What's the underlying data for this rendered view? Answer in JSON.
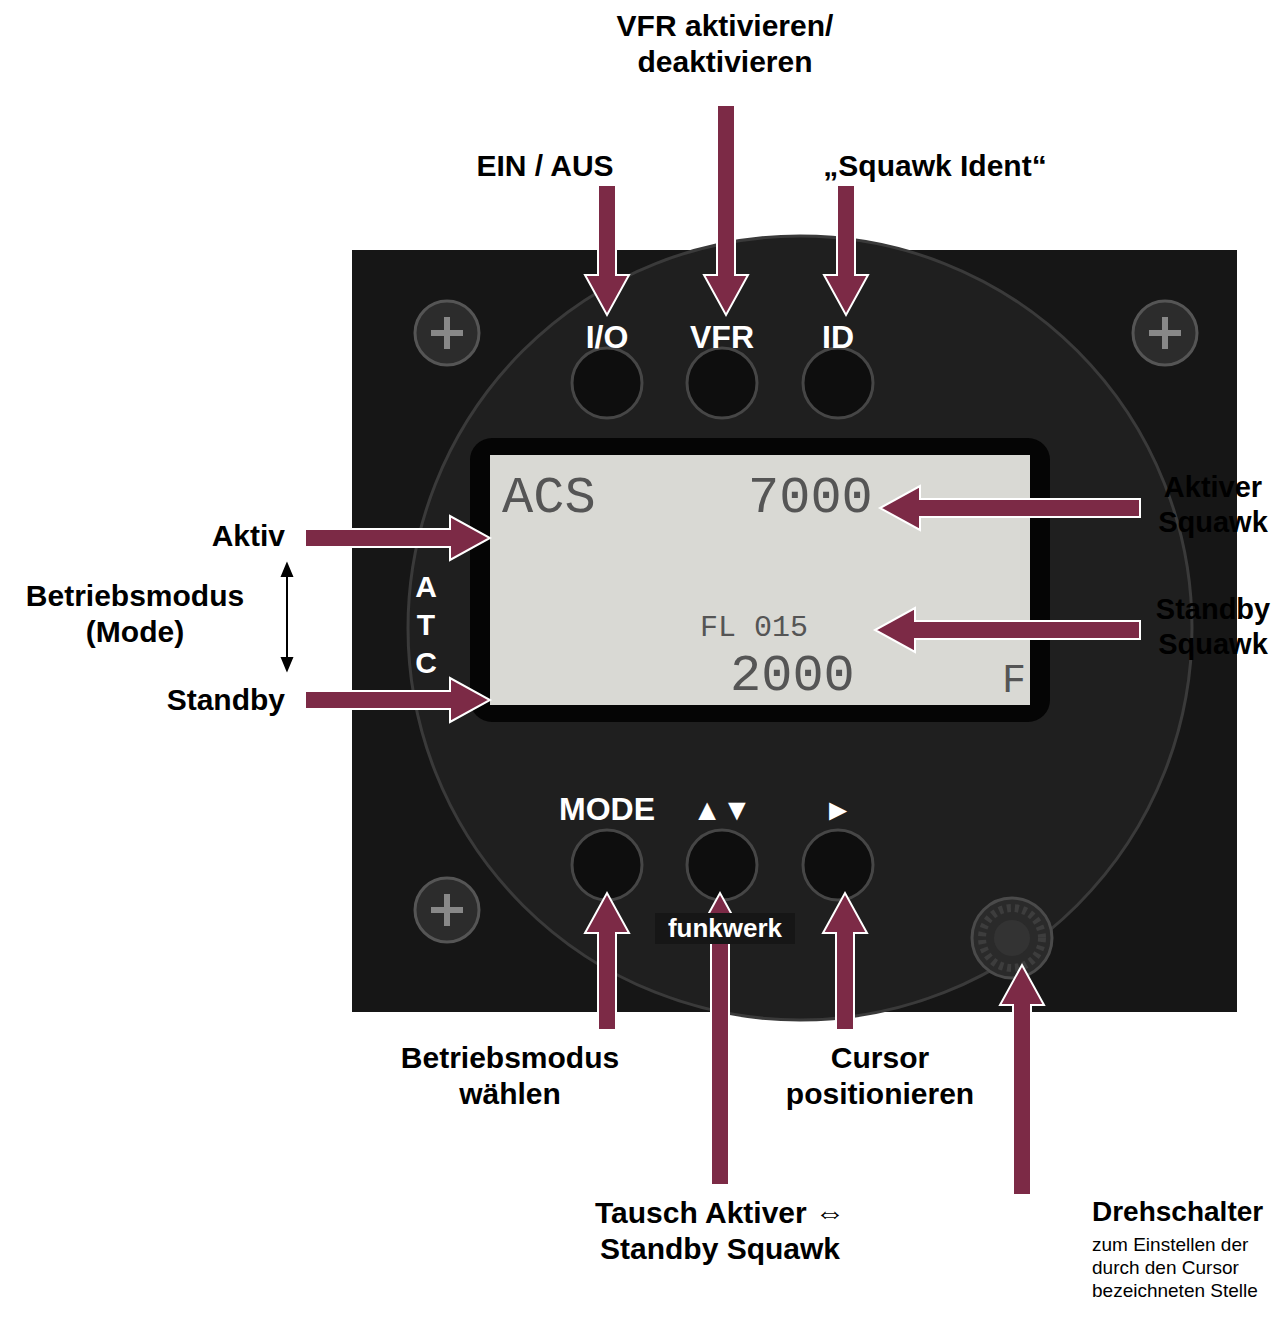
{
  "diagram": {
    "nodes": [
      {
        "text": [
          "ACS",
          "7000",
          "FL 015",
          "2000",
          "F"
        ]
      }
    ],
    "labels": [
      "VFR aktivieren/ deaktivieren",
      "EIN / AUS",
      "„Squawk Ident“",
      "I/O",
      "VFR",
      "ID",
      "Aktiv",
      "Betriebsmodus (Mode)",
      "Standby",
      "A T C",
      "Aktiver Squawk",
      "Standby Squawk",
      "MODE",
      "▲▼",
      "►",
      "funkwerk",
      "Betriebsmodus wählen",
      "Cursor positionieren",
      "Tausch Aktiver ⇔ Standby Squawk",
      "Drehschalter",
      "zum Einstellen der durch den Cursor bezeichneten Stelle"
    ]
  }
}
